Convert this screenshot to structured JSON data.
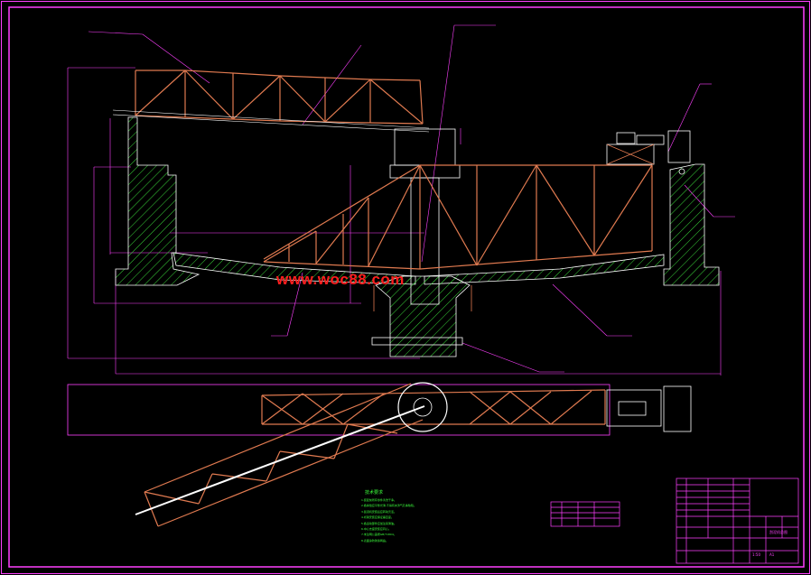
{
  "watermark": "www.woc88.com",
  "colors": {
    "background": "#000000",
    "frame": "#ff40ff",
    "truss": "#e07a50",
    "hatch": "#39d439",
    "outline": "#ffffff",
    "dimension": "#ff40ff",
    "notes": "#3cff3c",
    "watermark": "#ff1e1e"
  },
  "technical_notes": {
    "title": "技术要求",
    "lines": [
      "1.装配前所有零件清洗干净。",
      "2.各焊缝应平整光滑,不得有夹渣气孔等缺陷。",
      "3.刮泥机安装后应转动灵活。",
      "4.桁架安装应保证垂直度。",
      "5.各运动部件应加注润滑油。",
      "6.中心支座安装应同心。",
      "7.未注明公差按GB/T1804。",
      "8.表面涂防锈漆两遍。"
    ]
  },
  "title_block": {
    "drawing_name": "刮泥机总图",
    "scale": "1:50",
    "sheet": "A1"
  }
}
